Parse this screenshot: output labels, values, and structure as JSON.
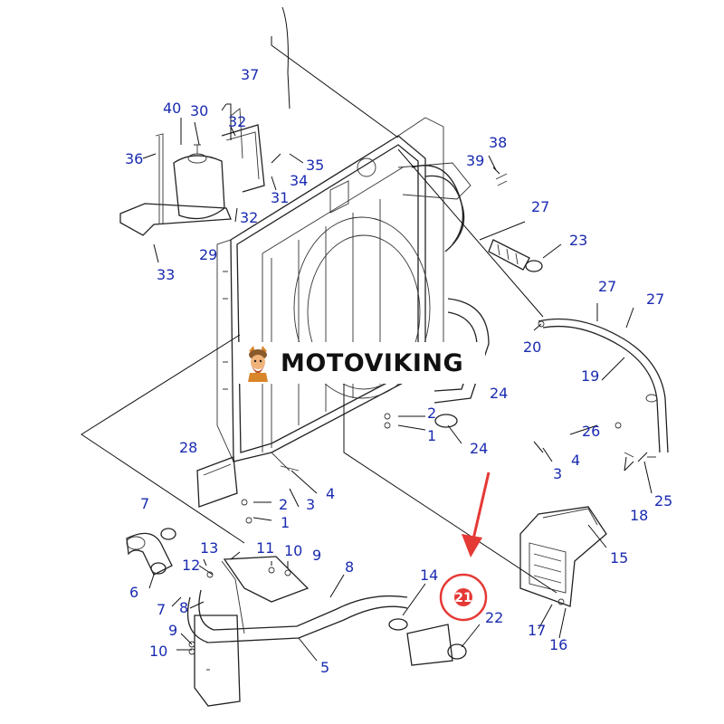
{
  "watermark": {
    "text": "MOTOVIKING",
    "logo": "viking-mascot-logo"
  },
  "highlight": {
    "part": "21",
    "circle_color": "#e53935",
    "arrow_color": "#e53935"
  },
  "callout_color": "#1a2bb0",
  "callouts": [
    "37",
    "40",
    "30",
    "32",
    "36",
    "35",
    "34",
    "31",
    "32",
    "29",
    "33",
    "38",
    "39",
    "27",
    "23",
    "27",
    "27",
    "20",
    "19",
    "24",
    "2",
    "1",
    "24",
    "26",
    "4",
    "3",
    "28",
    "2",
    "3",
    "4",
    "1",
    "7",
    "13",
    "11",
    "10",
    "9",
    "8",
    "12",
    "6",
    "7",
    "8",
    "9",
    "10",
    "5",
    "14",
    "21",
    "22",
    "17",
    "16",
    "15",
    "18",
    "25"
  ]
}
